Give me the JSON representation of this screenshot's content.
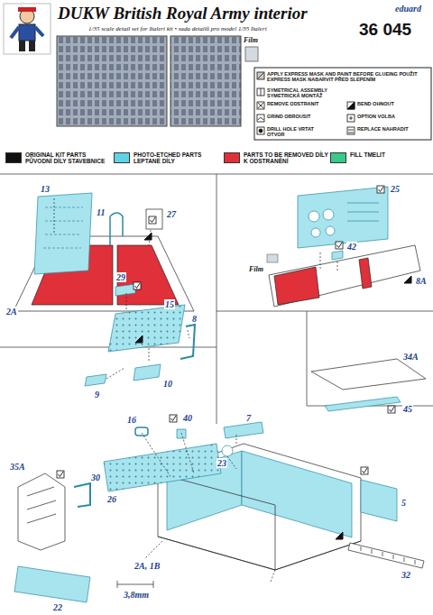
{
  "diagram": {
    "title": "DUKW British Royal Army interior",
    "labels": [
      "1/35 scale detail set for Italeri kit • sada detailů pro model 1/35 Italeri",
      "36 045",
      "eduard",
      "Film",
      "13",
      "27",
      "11",
      "2A",
      "29",
      "15",
      "8",
      "10",
      "9",
      "25",
      "42",
      "Film",
      "8A",
      "34A",
      "45",
      "16",
      "40",
      "7",
      "23",
      "35A",
      "30",
      "26",
      "5",
      "2A, 1B",
      "3,8mm",
      "22",
      "32"
    ],
    "legend": [
      {
        "text": "APPLY EXPRESS MASK AND PAINT BEFORE GLUEING POUŽIT EXPRESS MASK NABARVIT PŘED SLEPENÍM"
      },
      {
        "text": "SYMETRICAL ASSEMBLY SYMETRICKÁ MONTÁŽ"
      },
      {
        "text": "REMOVE ODSTRANIT"
      },
      {
        "text": "GRIND OBROUSIT"
      },
      {
        "text": "DRILL HOLE VRTAT OTVOR"
      },
      {
        "text": "BEND OHNOUT"
      },
      {
        "text": "OPTION VOLBA"
      },
      {
        "text": "REPLACE NAHRADIT"
      },
      {
        "text": "ORIGINAL KIT PARTS PŮVODNÍ DÍLY STAVEBNICE",
        "color": "#111111"
      },
      {
        "text": "PHOTO-ETCHED PARTS LEPTANÉ DÍLY",
        "color": "#5fd3e6"
      },
      {
        "text": "PARTS TO BE REMOVED DÍLY K ODSTRANĚNÍ",
        "color": "#e0303a"
      },
      {
        "text": "FILL TMELIT",
        "color": "#39c98a"
      }
    ]
  }
}
